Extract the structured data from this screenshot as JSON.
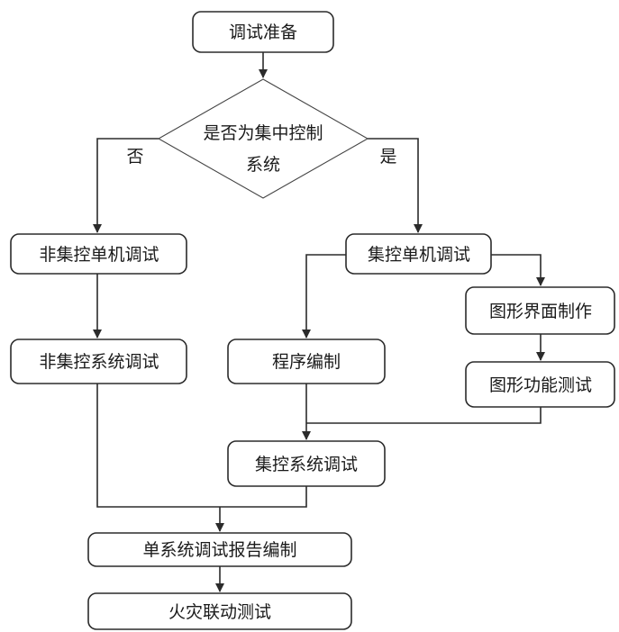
{
  "nodes": {
    "prep": "调试准备",
    "decision_line1": "是否为集中控制",
    "decision_line2": "系统",
    "no_label": "否",
    "yes_label": "是",
    "noncentral_unit": "非集控单机调试",
    "central_unit": "集控单机调试",
    "gui_make": "图形界面制作",
    "noncentral_system": "非集控系统调试",
    "program": "程序编制",
    "gui_test": "图形功能测试",
    "central_system": "集控系统调试",
    "single_report": "单系统调试报告编制",
    "fire_linkage": "火灾联动测试"
  },
  "colors": {
    "stroke": "#2b2b2b",
    "fill": "#ffffff",
    "text": "#1a1a1a"
  }
}
